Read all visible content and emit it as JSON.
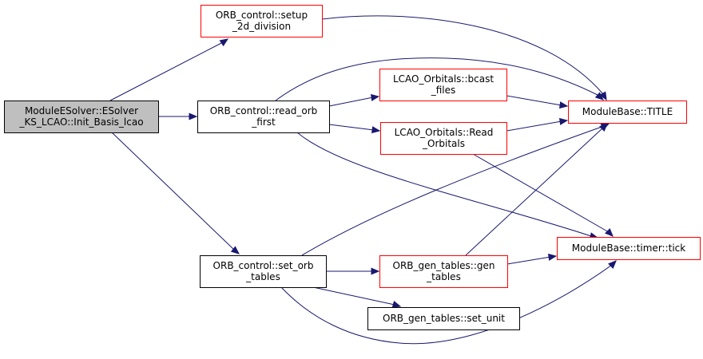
{
  "colors": {
    "edge": "#191970",
    "root_fill": "#bfbfbf",
    "root_border": "#000000",
    "border_black": "#000000",
    "border_red": "#ff0000",
    "node_fill": "#ffffff"
  },
  "nodes": [
    {
      "id": "root",
      "lines": [
        "ModuleESolver::ESolver",
        "_KS_LCAO::Init_Basis_lcao"
      ],
      "style": "root"
    },
    {
      "id": "setup2d",
      "lines": [
        "ORB_control::setup",
        "_2d_division"
      ],
      "style": "red"
    },
    {
      "id": "readorb",
      "lines": [
        "ORB_control::read_orb",
        "_first"
      ],
      "style": "black"
    },
    {
      "id": "setorb",
      "lines": [
        "ORB_control::set_orb",
        "_tables"
      ],
      "style": "black"
    },
    {
      "id": "bcast",
      "lines": [
        "LCAO_Orbitals::bcast",
        "_files"
      ],
      "style": "red"
    },
    {
      "id": "readorbitals",
      "lines": [
        "LCAO_Orbitals::Read",
        "_Orbitals"
      ],
      "style": "red"
    },
    {
      "id": "title",
      "lines": [
        "ModuleBase::TITLE"
      ],
      "style": "red"
    },
    {
      "id": "gentables",
      "lines": [
        "ORB_gen_tables::gen",
        "_tables"
      ],
      "style": "red"
    },
    {
      "id": "tick",
      "lines": [
        "ModuleBase::timer::tick"
      ],
      "style": "red"
    },
    {
      "id": "setunit",
      "lines": [
        "ORB_gen_tables::set_unit"
      ],
      "style": "black"
    }
  ],
  "edges": [
    {
      "from": "root",
      "to": "setup2d"
    },
    {
      "from": "root",
      "to": "readorb"
    },
    {
      "from": "root",
      "to": "setorb"
    },
    {
      "from": "setup2d",
      "to": "title"
    },
    {
      "from": "readorb",
      "to": "title"
    },
    {
      "from": "readorb",
      "to": "bcast"
    },
    {
      "from": "readorb",
      "to": "readorbitals"
    },
    {
      "from": "readorb",
      "to": "tick"
    },
    {
      "from": "bcast",
      "to": "title"
    },
    {
      "from": "readorbitals",
      "to": "title"
    },
    {
      "from": "readorbitals",
      "to": "tick"
    },
    {
      "from": "setorb",
      "to": "title"
    },
    {
      "from": "setorb",
      "to": "gentables"
    },
    {
      "from": "setorb",
      "to": "setunit"
    },
    {
      "from": "setorb",
      "to": "tick"
    },
    {
      "from": "gentables",
      "to": "title"
    },
    {
      "from": "gentables",
      "to": "tick"
    }
  ]
}
